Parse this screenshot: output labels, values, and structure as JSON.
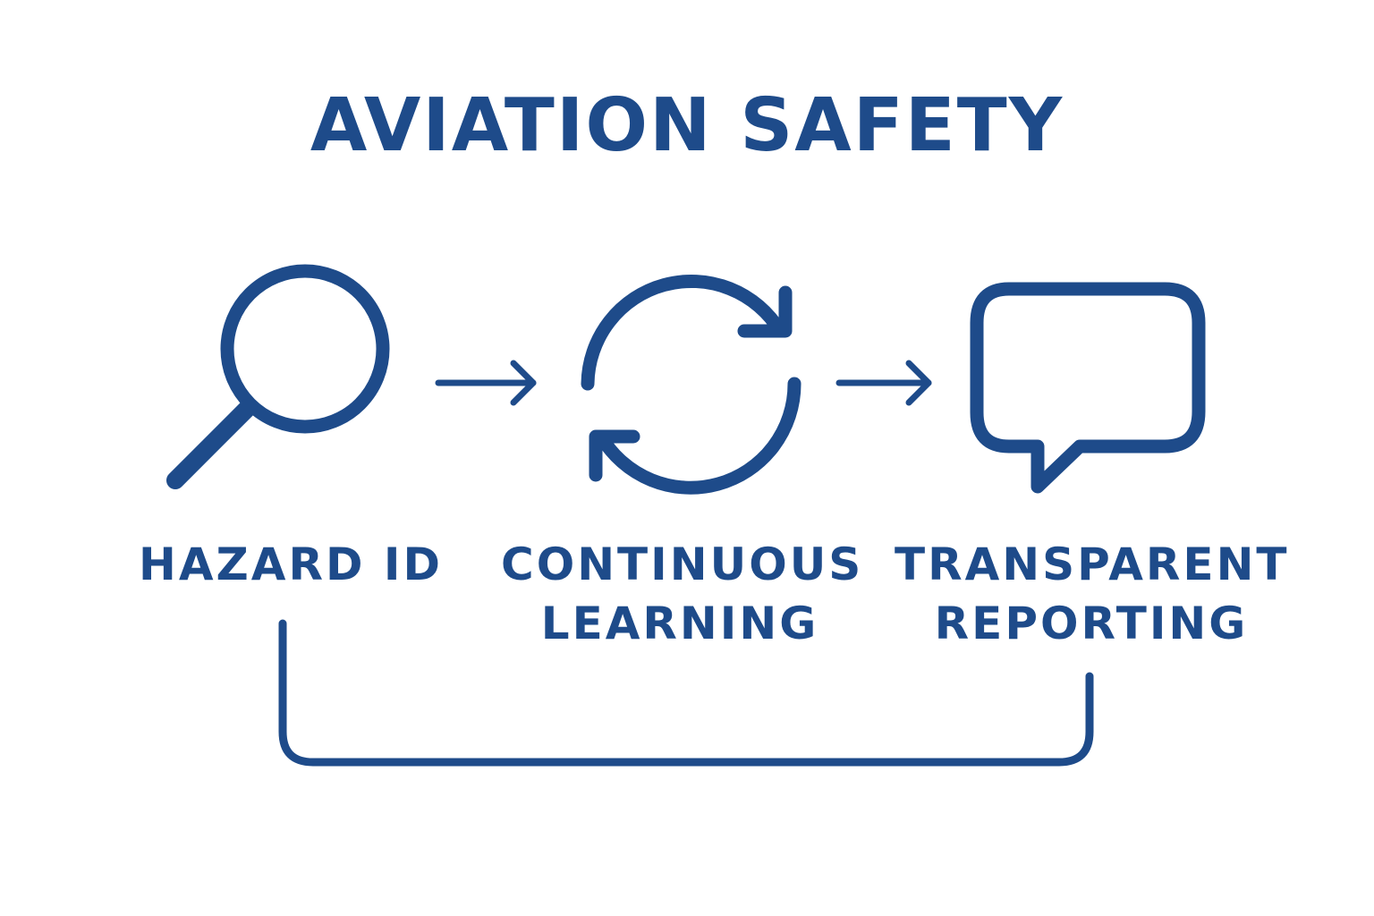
{
  "title": "AVIATION SAFETY",
  "steps": [
    {
      "icon": "magnifying-glass-icon",
      "label_lines": [
        "HAZARD ID"
      ]
    },
    {
      "icon": "refresh-cycle-icon",
      "label_lines": [
        "CONTINUOUS",
        "LEARNING"
      ]
    },
    {
      "icon": "speech-bubble-icon",
      "label_lines": [
        "TRANSPARENT",
        "REPORTING"
      ]
    }
  ],
  "flow": [
    "HAZARD ID → CONTINUOUS LEARNING",
    "CONTINUOUS LEARNING → TRANSPARENT REPORTING",
    "HAZARD ID ↔ TRANSPARENT REPORTING"
  ],
  "colors": {
    "primary": "#1e4b8a",
    "background": "#ffffff"
  }
}
